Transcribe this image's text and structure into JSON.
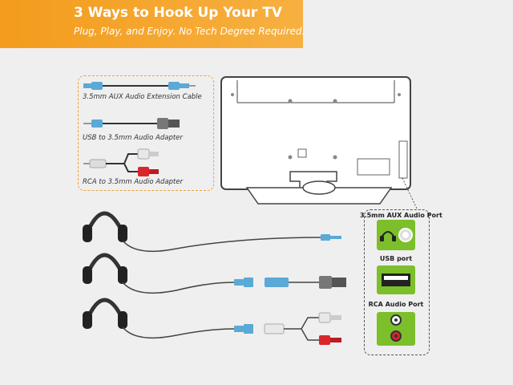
{
  "banner": {
    "title": "3 Ways to Hook Up Your TV",
    "subtitle": "Plug, Play, and Enjoy. No Tech Degree Required."
  },
  "cables": [
    {
      "label": "3.5mm AUX Audio Extension Cable"
    },
    {
      "label": "USB to 3.5mm Audio Adapter"
    },
    {
      "label": "RCA to 3.5mm Audio Adapter"
    }
  ],
  "ports": [
    {
      "label": "3.5mm AUX Audio Port",
      "icon": "headphone-jack-icon"
    },
    {
      "label": "USB port",
      "icon": "usb-port-icon"
    },
    {
      "label": "RCA Audio Port",
      "icon": "rca-port-icon"
    }
  ],
  "colors": {
    "banner": "#f5a623",
    "port_green": "#7cbf2b",
    "connector_blue": "#5aa9d6",
    "rca_red": "#d9262c",
    "cable_dark": "#3a3a3a"
  }
}
